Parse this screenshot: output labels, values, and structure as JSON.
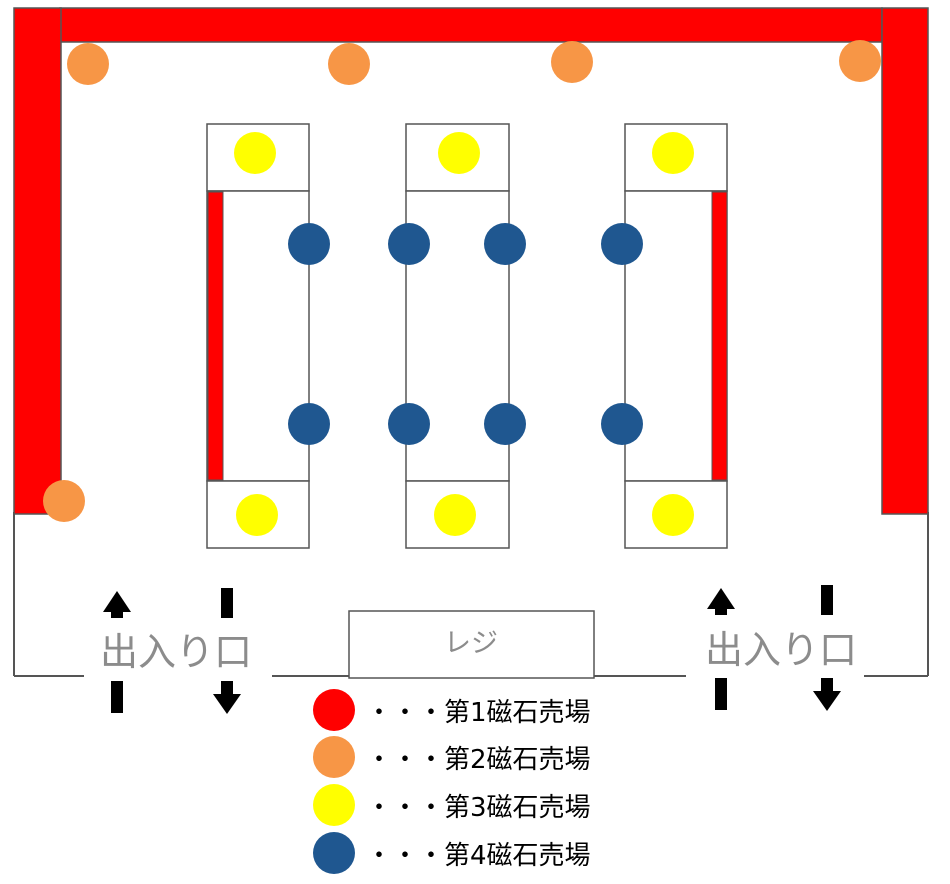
{
  "colors": {
    "magnet_1": "#ff0000",
    "magnet_2": "#f79646",
    "magnet_3": "#ffff00",
    "magnet_4": "#1f5790",
    "line": "#555555",
    "text_gray": "#8c8c8c",
    "arrow": "#000000"
  },
  "floor": {
    "register_label": "レジ",
    "entrance_left_label": "出入り口",
    "entrance_right_label": "出入り口"
  },
  "legend": [
    {
      "marker": "magnet_1",
      "label": "・・・第1磁石売場"
    },
    {
      "marker": "magnet_2",
      "label": "・・・第2磁石売場"
    },
    {
      "marker": "magnet_3",
      "label": "・・・第3磁石売場"
    },
    {
      "marker": "magnet_4",
      "label": "・・・第4磁石売場"
    }
  ]
}
